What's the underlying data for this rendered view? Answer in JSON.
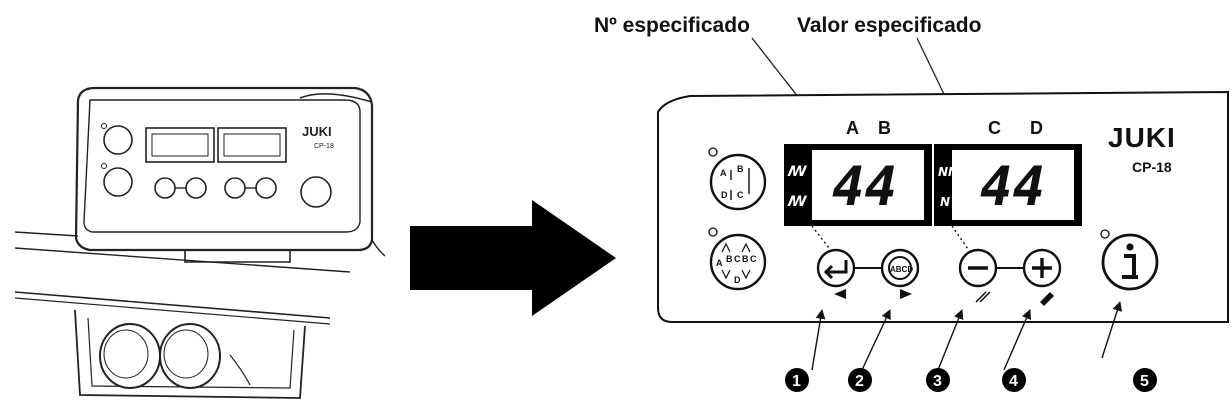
{
  "labels": {
    "spec_no": "Nº especificado",
    "spec_value": "Valor especificado"
  },
  "panel": {
    "brand": "JUKI",
    "model": "CP-18",
    "display_left": {
      "top_letters": [
        "A",
        "B"
      ],
      "value": "44"
    },
    "display_right": {
      "top_letters": [
        "C",
        "D"
      ],
      "value": "44"
    }
  },
  "mode_buttons": {
    "upper": [
      "A",
      "B",
      "D",
      "C"
    ],
    "lower": [
      "A",
      "B",
      "C",
      "B",
      "C",
      "D"
    ]
  },
  "encircle_button": "ABCD",
  "callouts": [
    "1",
    "2",
    "3",
    "4",
    "5"
  ],
  "icons": {
    "btn1": "enter-icon",
    "btn2": "abcd-rotate-icon",
    "btn3": "minus-icon",
    "btn4": "plus-icon",
    "btn5": "info-icon"
  }
}
